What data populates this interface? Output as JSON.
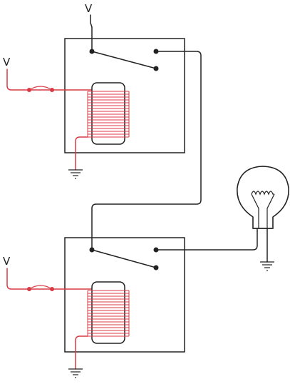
{
  "diagram": {
    "supply_label": "V",
    "colors": {
      "wire": "#222222",
      "control": "#d93a44",
      "background": "#ffffff"
    },
    "relays": [
      {
        "name": "top-relay",
        "switch_label": "V",
        "coil_label": "V"
      },
      {
        "name": "bottom-relay",
        "switch_label": "",
        "coil_label": "V"
      }
    ],
    "icons": [
      "coil-icon",
      "ground-icon",
      "light-bulb-icon",
      "switch-contact-icon"
    ]
  }
}
